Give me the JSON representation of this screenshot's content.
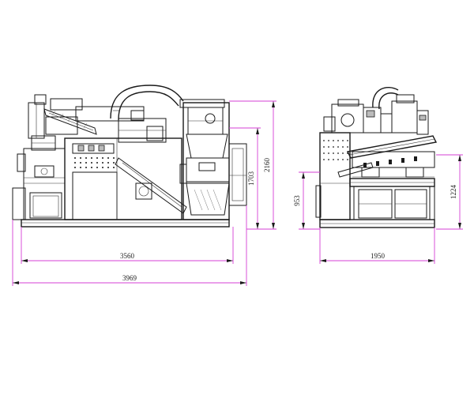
{
  "dimensions": {
    "front_inner_length": "3560",
    "front_total_length": "3969",
    "front_mid_height": "1703",
    "front_total_height": "2160",
    "side_width": "1950",
    "side_low_height": "953",
    "side_table_height": "1224"
  },
  "colors": {
    "dimension_lines": "#d63fd6",
    "drawing_lines": "#1a1a1a"
  }
}
